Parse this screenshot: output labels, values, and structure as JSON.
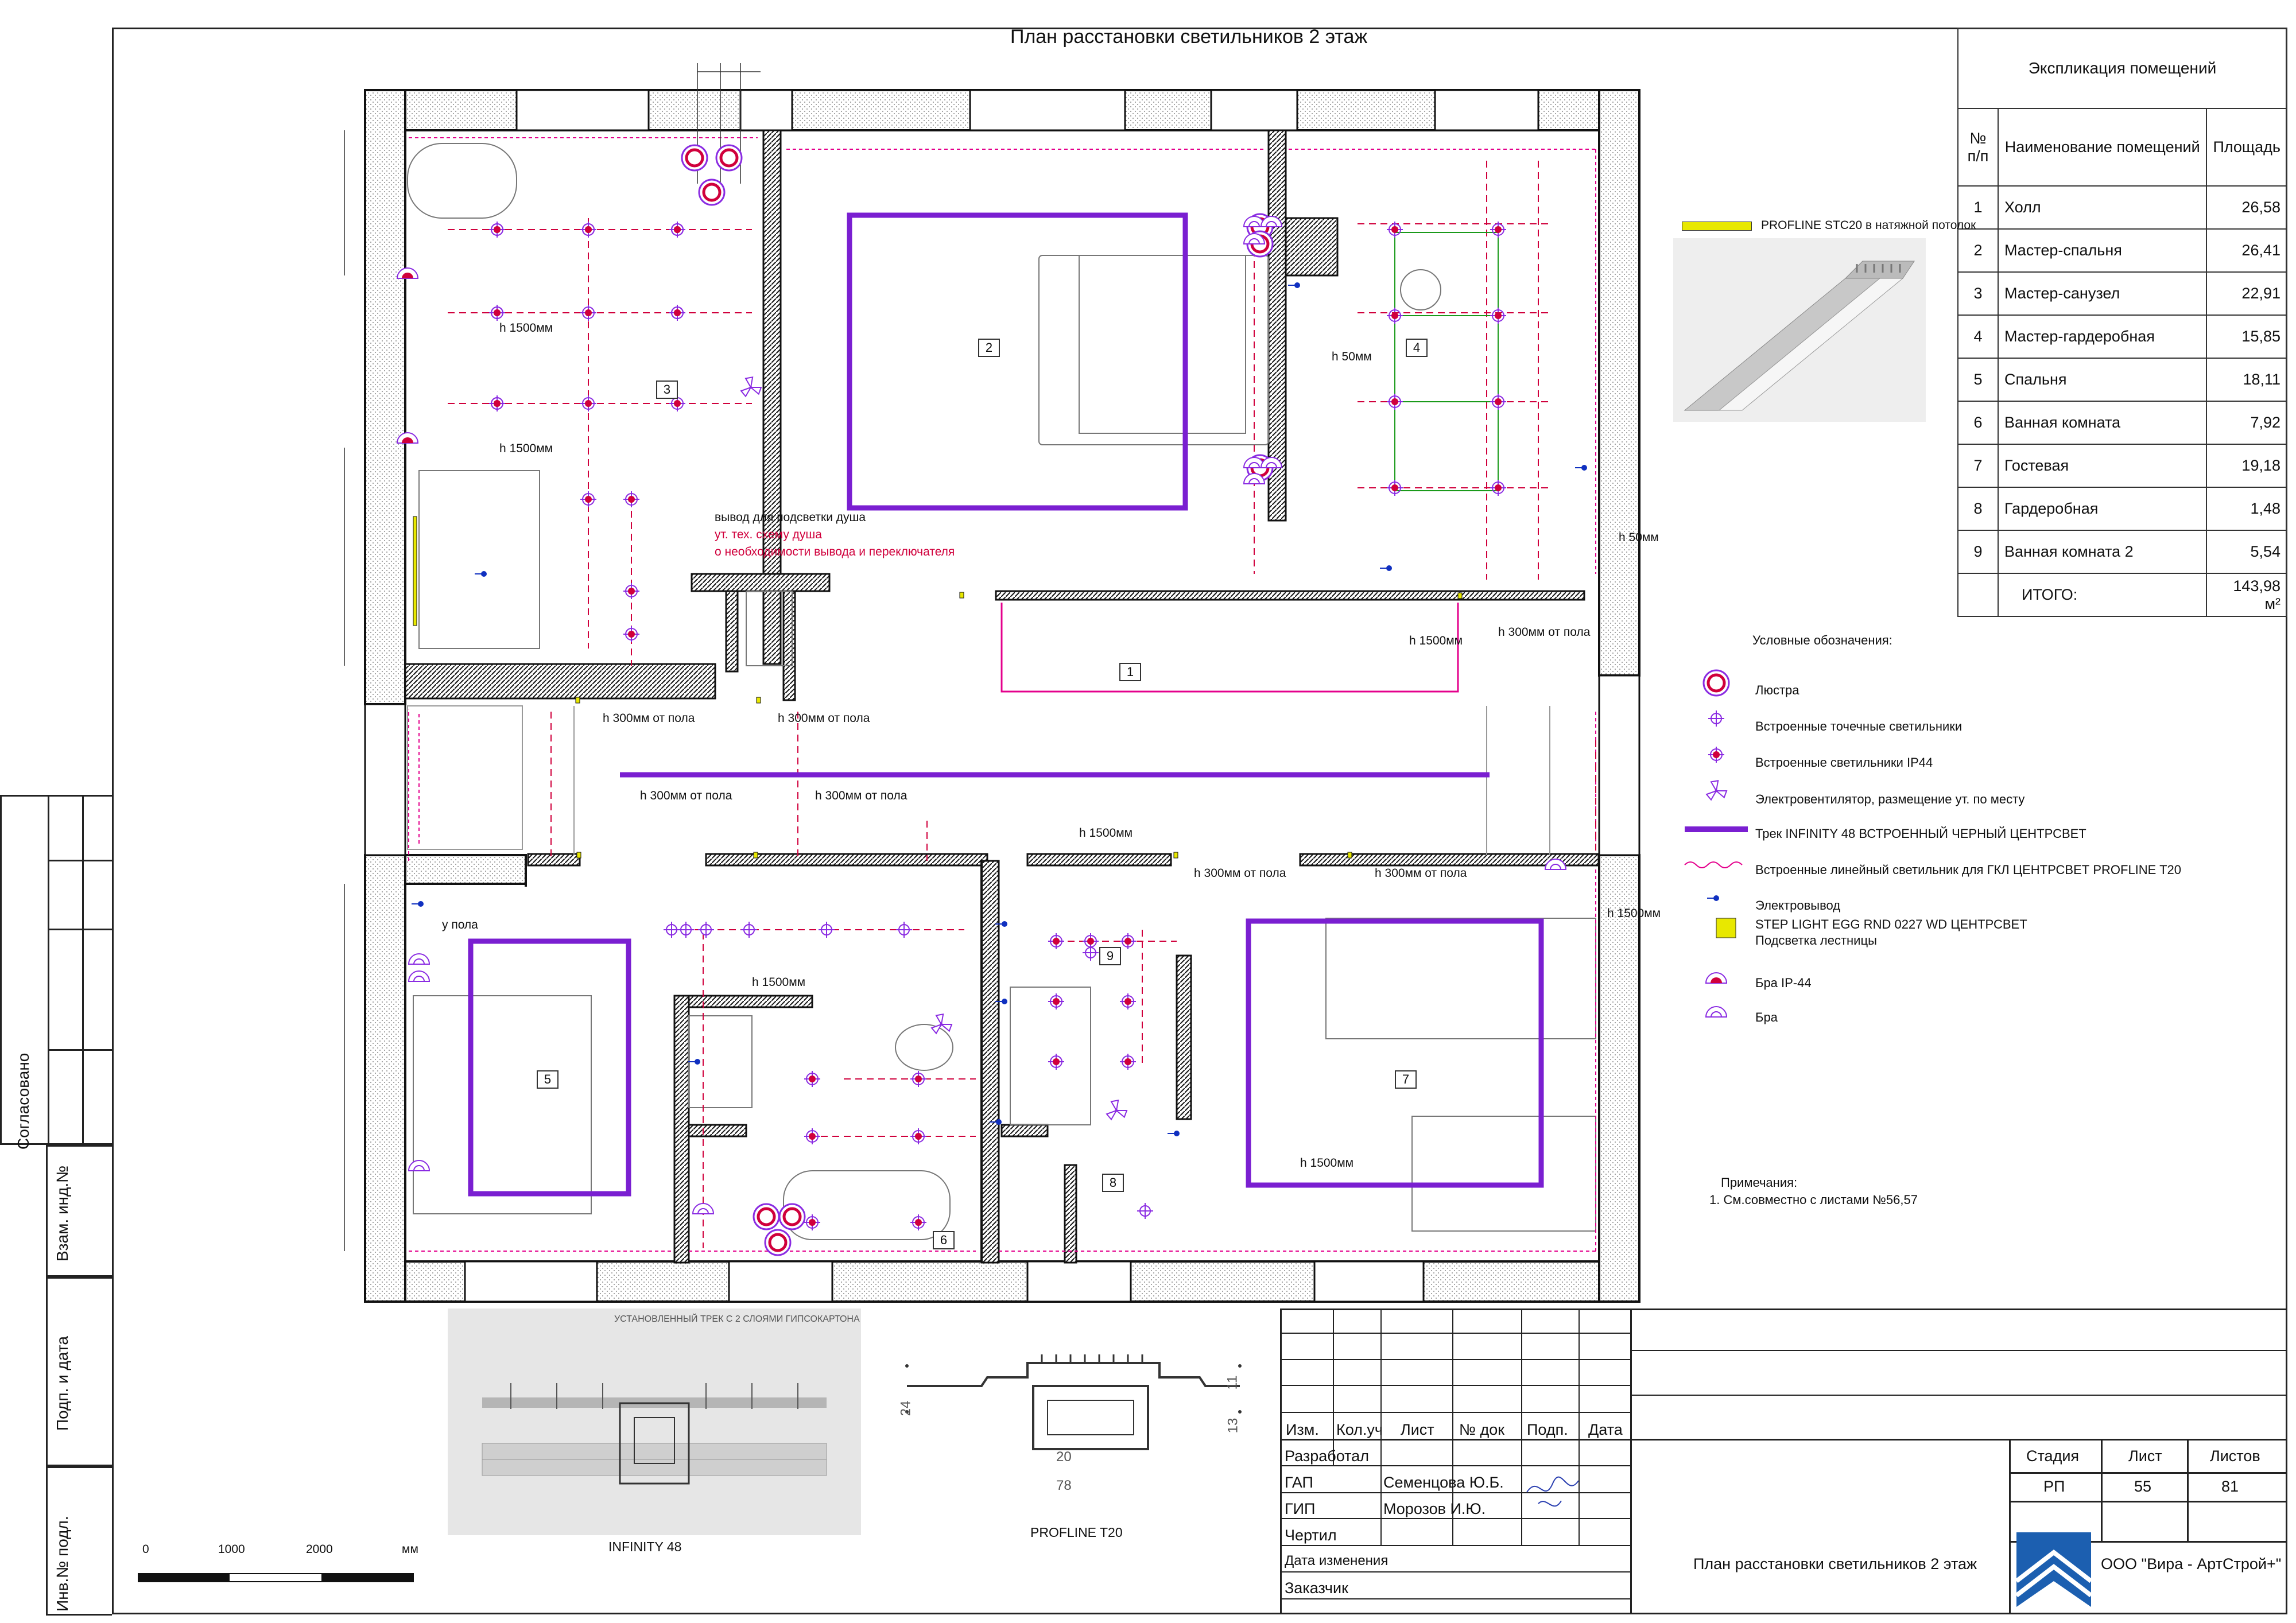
{
  "title": "План расстановки светильников 2 этаж",
  "explication": {
    "header": "Экспликация помещений",
    "col_num": "№ п/п",
    "col_name": "Наименование помещений",
    "col_area": "Площадь",
    "rows": [
      {
        "n": "1",
        "name": "Холл",
        "area": "26,58"
      },
      {
        "n": "2",
        "name": "Мастер-спальня",
        "area": "26,41"
      },
      {
        "n": "3",
        "name": "Мастер-санузел",
        "area": "22,91"
      },
      {
        "n": "4",
        "name": "Мастер-гардеробная",
        "area": "15,85"
      },
      {
        "n": "5",
        "name": "Спальня",
        "area": "18,11"
      },
      {
        "n": "6",
        "name": "Ванная комната",
        "area": "7,92"
      },
      {
        "n": "7",
        "name": "Гостевая",
        "area": "19,18"
      },
      {
        "n": "8",
        "name": "Гардеробная",
        "area": "1,48"
      },
      {
        "n": "9",
        "name": "Ванная комната 2",
        "area": "5,54"
      }
    ],
    "total_label": "ИТОГО:",
    "total_area": "143,98 м²"
  },
  "profile_caption": "PROFLINE STC20 в натяжной потолок",
  "legend": {
    "title": "Условные обозначения:",
    "items": [
      {
        "icon": "chandelier-icon",
        "label": "Люстра"
      },
      {
        "icon": "recessed-spot-icon",
        "label": "Встроенные точечные светильники"
      },
      {
        "icon": "recessed-ip44-icon",
        "label": "Встроенные светильники IP44"
      },
      {
        "icon": "fan-icon",
        "label": "Электровентилятор, размещение ут. по месту"
      },
      {
        "icon": "track-icon",
        "label": "Трек INFINITY 48 ВСТРОЕННЫЙ ЧЕРНЫЙ ЦЕНТРСВЕТ"
      },
      {
        "icon": "linear-light-icon",
        "label": "Встроенные линейный светильник для ГКЛ ЦЕНТРСВЕТ PROFLINE T20"
      },
      {
        "icon": "outlet-icon",
        "label": "Электровывод"
      },
      {
        "icon": "step-light-icon",
        "label": "STEP LIGHT EGG RND 0227 WD ЦЕНТРСВЕТ",
        "label2": "Подсветка лестницы"
      },
      {
        "icon": "sconce-ip44-icon",
        "label": "Бра IP-44"
      },
      {
        "icon": "sconce-icon",
        "label": "Бра"
      }
    ]
  },
  "notes": {
    "title": "Примечания:",
    "line1": "1. См.совместно с листами №56,57"
  },
  "rooms": [
    "1",
    "2",
    "3",
    "4",
    "5",
    "6",
    "7",
    "8",
    "9"
  ],
  "plan_labels": {
    "shower_note1": "вывод для подсветки душа",
    "shower_note2": "ут. тех. схему душа",
    "shower_note3": "о необходимости вывода и переключателя",
    "h1500": "h 1500мм",
    "h300": "h 300мм от пола",
    "h50": "h 50мм",
    "floor": "у пола"
  },
  "colors": {
    "track": "#7a1fd1",
    "ip44": "#d0003c",
    "spot": "#8a2be2",
    "linear": "#e4008c",
    "step": "#e8e800",
    "wall": "#111111"
  },
  "details": {
    "infinity_title": "УСТАНОВЛЕННЫЙ ТРЕК С 2 СЛОЯМИ ГИПСОКАРТОНА",
    "infinity_caption": "INFINITY 48",
    "profline_caption": "PROFLINE T20",
    "profline_w1": "20",
    "profline_w2": "78",
    "profline_h1": "24",
    "profline_h2": "13",
    "profline_h3": "11"
  },
  "scale": {
    "t0": "0",
    "t1": "1000",
    "t2": "2000",
    "unit": "мм"
  },
  "stamp": {
    "agreed": "Согласовано",
    "inv_zam": "Взам. инд.№",
    "sign_date": "Подп. и дата",
    "inv_podl": "Инв.№ подл."
  },
  "titleblock": {
    "izm": "Изм.",
    "kol": "Кол.уч",
    "list": "Лист",
    "ndoc": "№ док",
    "podp": "Подп.",
    "data": "Дата",
    "razrabotal": "Разработал",
    "gap": "ГАП",
    "gap_name": "Семенцова Ю.Б.",
    "gip": "ГИП",
    "gip_name": "Морозов И.Ю.",
    "chertil": "Чертил",
    "data_izm": "Дата изменения",
    "zakazchik": "Заказчик",
    "sheet_title": "План расстановки светильников 2 этаж",
    "stadia_lbl": "Стадия",
    "list_lbl": "Лист",
    "listov_lbl": "Листов",
    "stadia": "РП",
    "list_num": "55",
    "listov": "81",
    "company": "ООО \"Вира - АртСтрой+\""
  }
}
